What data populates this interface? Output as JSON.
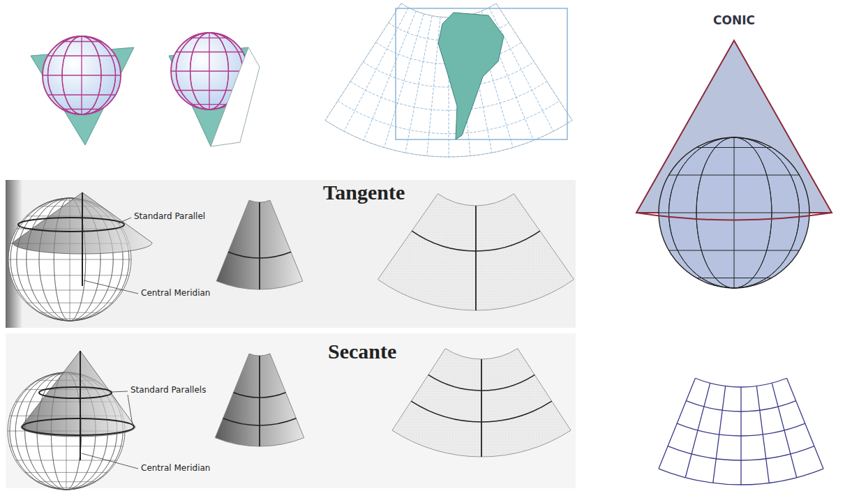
{
  "diagram": {
    "labels": [
      "Standard Parallel",
      "Tangente",
      "Central Meridian",
      "Standard Parallels",
      "Secante",
      "Central Meridian",
      "CONIC"
    ]
  }
}
